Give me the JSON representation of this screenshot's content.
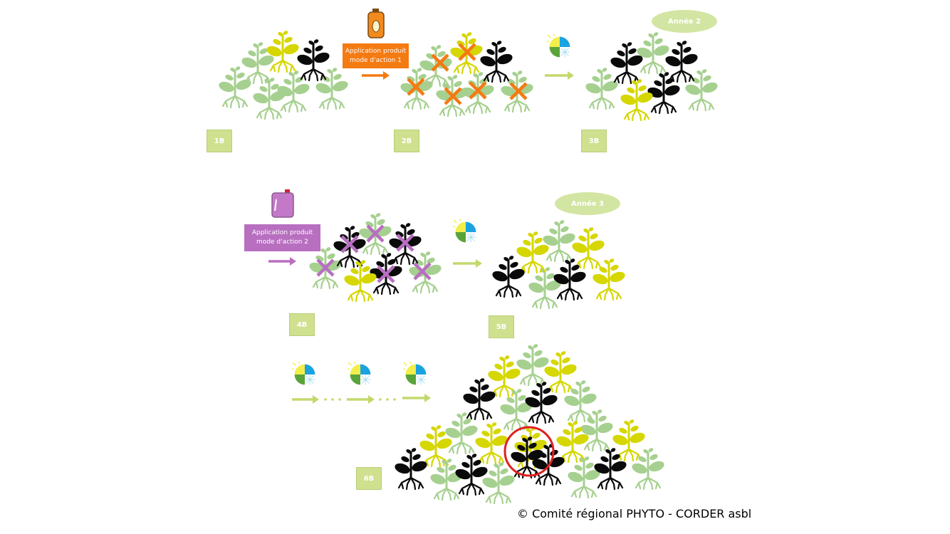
{
  "steps": [
    "1B",
    "2B",
    "3B",
    "4B",
    "5B",
    "6B"
  ],
  "treatments": [
    {
      "label_line1": "Application produit",
      "label_line2": "mode d'action 1",
      "color": "#f47a12"
    },
    {
      "label_line1": "Application produit",
      "label_line2": "mode d'action 2",
      "color": "#b86fc0"
    }
  ],
  "years": [
    "Année 2",
    "Année 3"
  ],
  "colors": {
    "green": "#a6d08f",
    "yellow": "#d6d600",
    "black": "#0a0a0a",
    "arrow_green": "#c3d86b",
    "circle": "#e02020"
  },
  "copyright": "© Comité régional PHYTO - CORDER asbl"
}
